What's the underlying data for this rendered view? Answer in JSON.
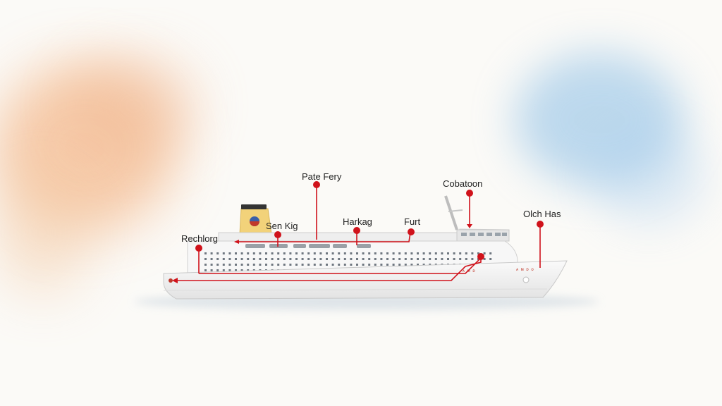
{
  "diagram": {
    "colors": {
      "background": "#fbfaf7",
      "accent": "#d0121b",
      "hull": "#f4f4f4",
      "funnel": "#f2d27a",
      "wash_left": "#f2a46a",
      "wash_right": "#7fb7e3"
    },
    "labels": {
      "pate_fery": "Pate Fery",
      "cobatoon": "Cobatoon",
      "olch_has": "Olch Has",
      "harkag": "Harkag",
      "furt": "Furt",
      "sen_kig": "Sen Kig",
      "rechlorg": "Rechlorg"
    },
    "hull_marking": "ᴀ ᴍ ᴅ ᴏ"
  }
}
